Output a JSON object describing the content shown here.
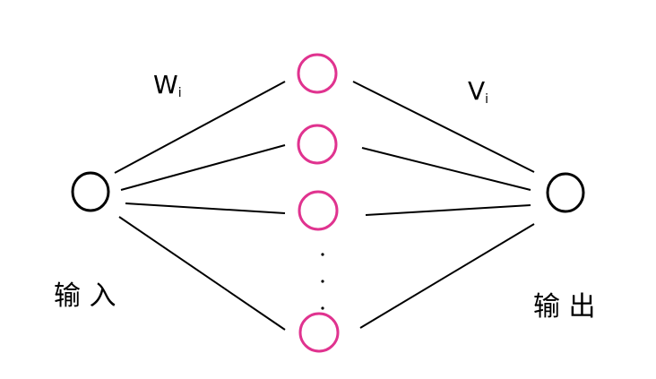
{
  "labels": {
    "input_weight": "W",
    "input_weight_sub": "i",
    "output_weight": "V",
    "output_weight_sub": "i",
    "input": "输 入",
    "output": "输 出",
    "ellipsis": ":"
  },
  "colors": {
    "hidden_node_stroke": "#e0338f",
    "io_node_stroke": "#000000",
    "edge_stroke": "#000000",
    "background": "#ffffff"
  },
  "structure": {
    "input_nodes": 1,
    "hidden_nodes_drawn": 4,
    "output_nodes": 1,
    "hidden_continues": true
  }
}
